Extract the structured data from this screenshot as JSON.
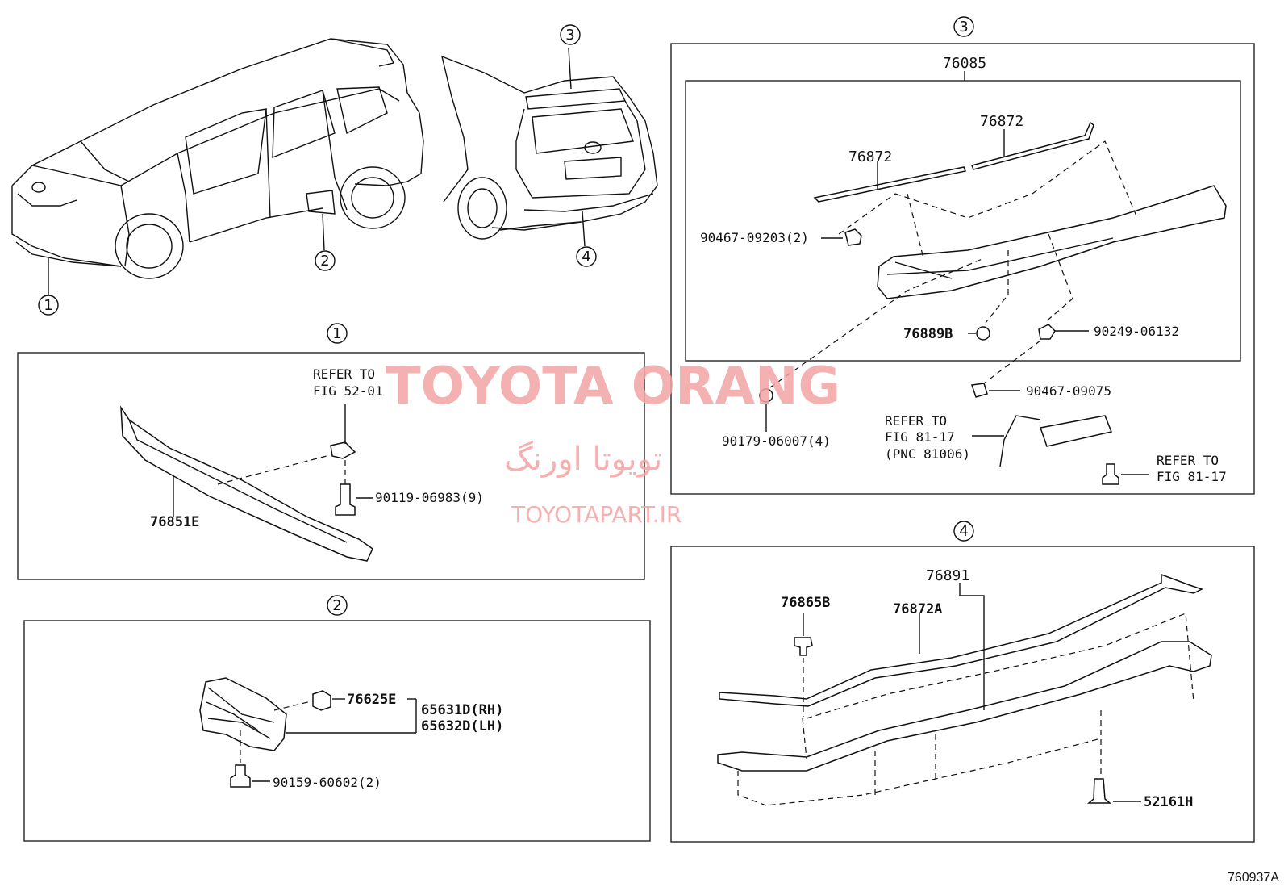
{
  "watermark": {
    "brand": "TOYOTA ORANG",
    "persian": "تویوتا اورنگ",
    "site": "TOYOTAPART.IR"
  },
  "figure_code": "760937A",
  "callouts": {
    "c1": "①",
    "c2": "②",
    "c3": "③",
    "c4": "④"
  },
  "section1": {
    "callout": "①",
    "refer_line1": "REFER TO",
    "refer_line2": "FIG 52-01",
    "part_spoiler": "76851E",
    "part_bolt": "90119-06983(9)"
  },
  "section2": {
    "callout": "②",
    "part_clip": "76625E",
    "part_rh": "65631D(RH)",
    "part_lh": "65632D(LH)",
    "part_screw": "90159-60602(2)"
  },
  "section3": {
    "callout": "③",
    "part_assy": "76085",
    "part_tape1": "76872",
    "part_tape2": "76872",
    "part_clip1": "90467-09203(2)",
    "part_cap": "76889B",
    "part_nut": "90249-06132",
    "part_clip2": "90467-09075",
    "part_screw": "90179-06007(4)",
    "refer_a1": "REFER TO",
    "refer_a2": "FIG 81-17",
    "refer_a3": "(PNC 81006)",
    "refer_b1": "REFER TO",
    "refer_b2": "FIG 81-17"
  },
  "section4": {
    "callout": "④",
    "part_assy": "76891",
    "part_clip": "76865B",
    "part_tape": "76872A",
    "part_retainer": "52161H"
  }
}
